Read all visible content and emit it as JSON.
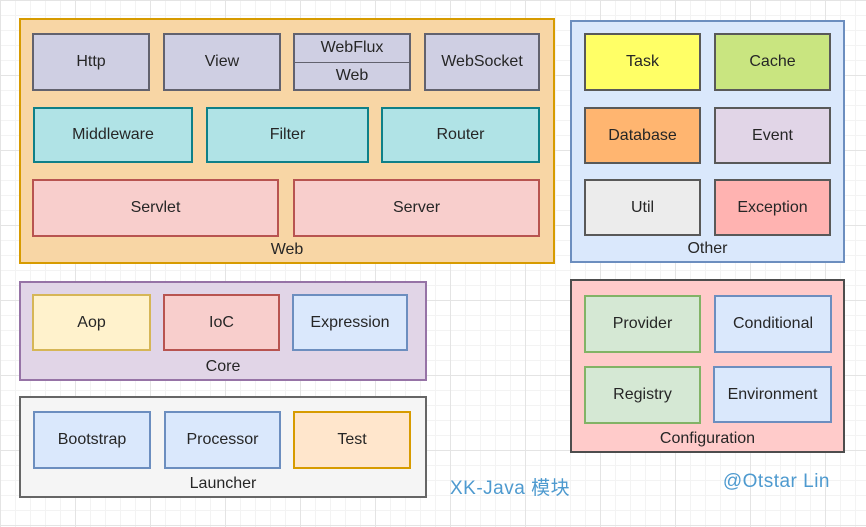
{
  "diagram": {
    "captions": {
      "title": "XK-Java 模块",
      "author": "@Otstar Lin",
      "color": "#4E9ACF"
    },
    "selection": {
      "color": "#33B5F5",
      "point_glyph": "×"
    },
    "groups": {
      "web": {
        "label": "Web",
        "fill": "#F8D6A5",
        "stroke": "#D79B00",
        "items": {
          "http": {
            "label": "Http",
            "fill": "#CFCFE3",
            "stroke": "#62626E"
          },
          "view": {
            "label": "View",
            "fill": "#CFCFE3",
            "stroke": "#62626E"
          },
          "webflux_stack": {
            "top_label": "WebFlux",
            "bottom_label": "Web",
            "fill": "#CFCFE3",
            "stroke": "#62626E"
          },
          "websocket": {
            "label": "WebSocket",
            "fill": "#CFCFE3",
            "stroke": "#62626E"
          },
          "middleware": {
            "label": "Middleware",
            "fill": "#B0E3E6",
            "stroke": "#0E8088",
            "selected": true
          },
          "filter": {
            "label": "Filter",
            "fill": "#B0E3E6",
            "stroke": "#0E8088"
          },
          "router": {
            "label": "Router",
            "fill": "#B0E3E6",
            "stroke": "#0E8088"
          },
          "servlet": {
            "label": "Servlet",
            "fill": "#F8CECC",
            "stroke": "#B85450"
          },
          "server": {
            "label": "Server",
            "fill": "#F8CECC",
            "stroke": "#B85450"
          }
        }
      },
      "other": {
        "label": "Other",
        "fill": "#DAE8FC",
        "stroke": "#6C8EBF",
        "items": {
          "task": {
            "label": "Task",
            "fill": "#FFFF66",
            "stroke": "#595959"
          },
          "cache": {
            "label": "Cache",
            "fill": "#C9E580",
            "stroke": "#595959"
          },
          "database": {
            "label": "Database",
            "fill": "#FFB570",
            "stroke": "#595959"
          },
          "event": {
            "label": "Event",
            "fill": "#E1D5E7",
            "stroke": "#595959"
          },
          "util": {
            "label": "Util",
            "fill": "#ECECEC",
            "stroke": "#595959"
          },
          "exception": {
            "label": "Exception",
            "fill": "#FFB3B1",
            "stroke": "#595959"
          }
        }
      },
      "core": {
        "label": "Core",
        "fill": "#E1D5E7",
        "stroke": "#9673A6",
        "items": {
          "aop": {
            "label": "Aop",
            "fill": "#FFF2CC",
            "stroke": "#D6B656"
          },
          "ioc": {
            "label": "IoC",
            "fill": "#F8CECC",
            "stroke": "#B85450"
          },
          "expression": {
            "label": "Expression",
            "fill": "#DAE8FC",
            "stroke": "#6C8EBF"
          }
        }
      },
      "launcher": {
        "label": "Launcher",
        "fill": "#F5F5F5",
        "stroke": "#666666",
        "items": {
          "bootstrap": {
            "label": "Bootstrap",
            "fill": "#DAE8FC",
            "stroke": "#6C8EBF"
          },
          "processor": {
            "label": "Processor",
            "fill": "#DAE8FC",
            "stroke": "#6C8EBF"
          },
          "test": {
            "label": "Test",
            "fill": "#FFE6CC",
            "stroke": "#D79B00"
          }
        }
      },
      "configuration": {
        "label": "Configuration",
        "fill": "#FFCBCA",
        "stroke": "#4D4D4D",
        "items": {
          "provider": {
            "label": "Provider",
            "fill": "#D5E8D4",
            "stroke": "#82B366"
          },
          "conditional": {
            "label": "Conditional",
            "fill": "#DAE8FC",
            "stroke": "#6C8EBF"
          },
          "registry": {
            "label": "Registry",
            "fill": "#D5E8D4",
            "stroke": "#82B366"
          },
          "environment": {
            "label": "Environment",
            "fill": "#DAE8FC",
            "stroke": "#6C8EBF"
          }
        }
      }
    }
  }
}
